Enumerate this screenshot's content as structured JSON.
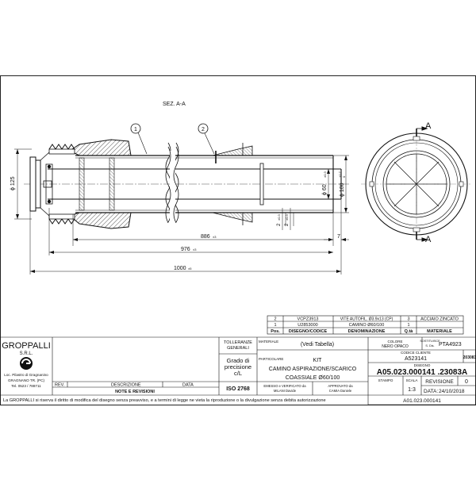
{
  "drawing": {
    "section_label": "SEZ. A-A",
    "section_marker": "A",
    "balloons": [
      "1",
      "2"
    ],
    "dim_125": "ϕ 125",
    "dim_60": "ϕ 60",
    "dim_60_tol": "±0.3",
    "dim_100": "ϕ 100",
    "dim_100_tol_up": "+0.7",
    "dim_100_tol_dn": "0",
    "dim_886": "886",
    "dim_886_tol": "±3",
    "dim_976": "976",
    "dim_976_tol": "±3",
    "dim_1000": "1000",
    "dim_1000_tol": "±5",
    "dim_7": "7",
    "dim_2a": "2",
    "dim_2a_tol": "±0.3",
    "dim_2b": "2",
    "dim_2b_tol": "±0.3"
  },
  "bom": {
    "rows": [
      {
        "pos": "2",
        "code": "VCPZ3913",
        "name": "VITE AUTOFIL. Ø3.9x13 (CP)",
        "qty": "3",
        "material": "ACCIAIO ZINCATO"
      },
      {
        "pos": "1",
        "code": "U2853000",
        "name": "CAMINO Ø60/100",
        "qty": "1",
        "material": ""
      }
    ],
    "header": {
      "pos": "Pos.",
      "code": "DISEGNO/CODICE",
      "name": "DENOMINAZIONE",
      "qty": "Q.tà",
      "material": "MATERIALE"
    }
  },
  "company": {
    "name": "GROPPALLI",
    "suffix": "S.R.L.",
    "address1": "Loc. Pilastro di Gragnanino",
    "address2": "GRAGNANO TR. (PC)",
    "phone": "Tel. 0523 / 788711"
  },
  "revisions": {
    "col_rev": "REV.",
    "col_desc": "DESCRIZIONE",
    "col_date": "DATA",
    "footer": "NOTE E REVISIONI"
  },
  "tolerance": {
    "title1": "TOLLERANZE",
    "title2": "GENERALI",
    "grade1": "Grado di",
    "grade2": "precisione",
    "grade3": "c/L",
    "iso": "ISO 2768"
  },
  "title_block": {
    "materiale_label": "MATERIALE",
    "materiale_value": "(Vedi Tabella)",
    "particolare_label": "PARTICOLARE",
    "particolare_value1": "KIT",
    "particolare_value2": "CAMINO ASPIRAZIONE/SCARICO",
    "particolare_value3": "COASSIALE Ø60/100",
    "emesso_label1": "EMESSO e VERIFICATO da",
    "emesso_label2": "MILANI Davide",
    "approvato_label1": "APPROVATO da",
    "approvato_label2": "CAMIA Daniele",
    "colore_label": "COLORE",
    "colore_value": "NERO OPACO",
    "sostituisce_label1": "SOSTITUISCE",
    "sostituisce_label2": "S. Dis.",
    "sostituisce_value": "PTA4923",
    "codice_label": "CODICE CLIENTE",
    "codice_value": "A523141",
    "code_side": "203083",
    "disegno_label": "DISEGNO",
    "disegno_value": "A05.023.000141 .23083A",
    "stampo_label": "STAMPO",
    "scala_label": "SCALA",
    "scala_value": "1:3",
    "revisione_label": "REVISIONE",
    "revisione_value": "0",
    "data_label": "DATA:",
    "data_value": "24/10/2018",
    "bottom_code": "A01.023.000141"
  },
  "disclaimer": "La GROPPALLI si riserva il diritto di modifica del disegno senza preavviso, e a termini di legge ne vieta la riproduzione o la divulgazione senza debita autorizzazione"
}
